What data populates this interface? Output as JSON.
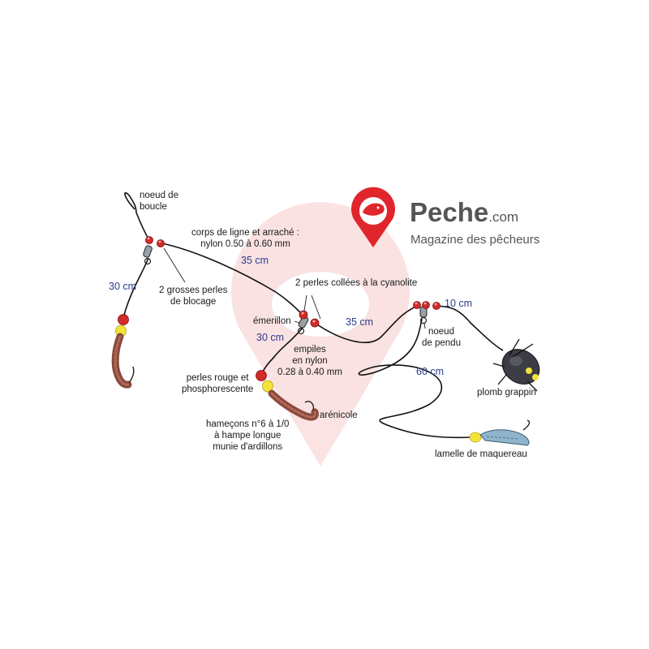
{
  "brand": {
    "name": "Peche",
    "tld": ".com",
    "tagline": "Magazine des pêcheurs",
    "color": "#e0262c"
  },
  "labels": {
    "loop_knot": "noeud de\nboucle",
    "main_line": "corps de ligne et arraché :\nnylon 0.50 à 0.60 mm",
    "stop_beads": "2 grosses perles\nde blocage",
    "glued_beads": "2 perles collées à la cyanolite",
    "swivel": "émerillon",
    "snoods": "empiles\nen nylon\n0.28 à 0.40 mm",
    "beads": "perles rouge et\nphosphorescente",
    "lugworm": "arénicole",
    "hooks": "hameçons n°6 à 1/0\nà hampe longue\nmunie d'ardillons",
    "hangman_knot": "noeud\nde pendu",
    "grapnel_lead": "plomb grappin",
    "mackerel_strip": "lamelle de maquereau"
  },
  "dimensions": {
    "d1": "30 cm",
    "d2": "35 cm",
    "d3": "30 cm",
    "d4": "35 cm",
    "d5": "10 cm",
    "d6": "60 cm"
  },
  "colors": {
    "bead_red": "#d42a28",
    "bead_yellow": "#f2e23a",
    "worm": "#8a4a3c",
    "line": "#111111",
    "dimension_text": "#2b3a8c",
    "lead": "#3c3c44",
    "fish_strip": "#8fb4cc"
  }
}
